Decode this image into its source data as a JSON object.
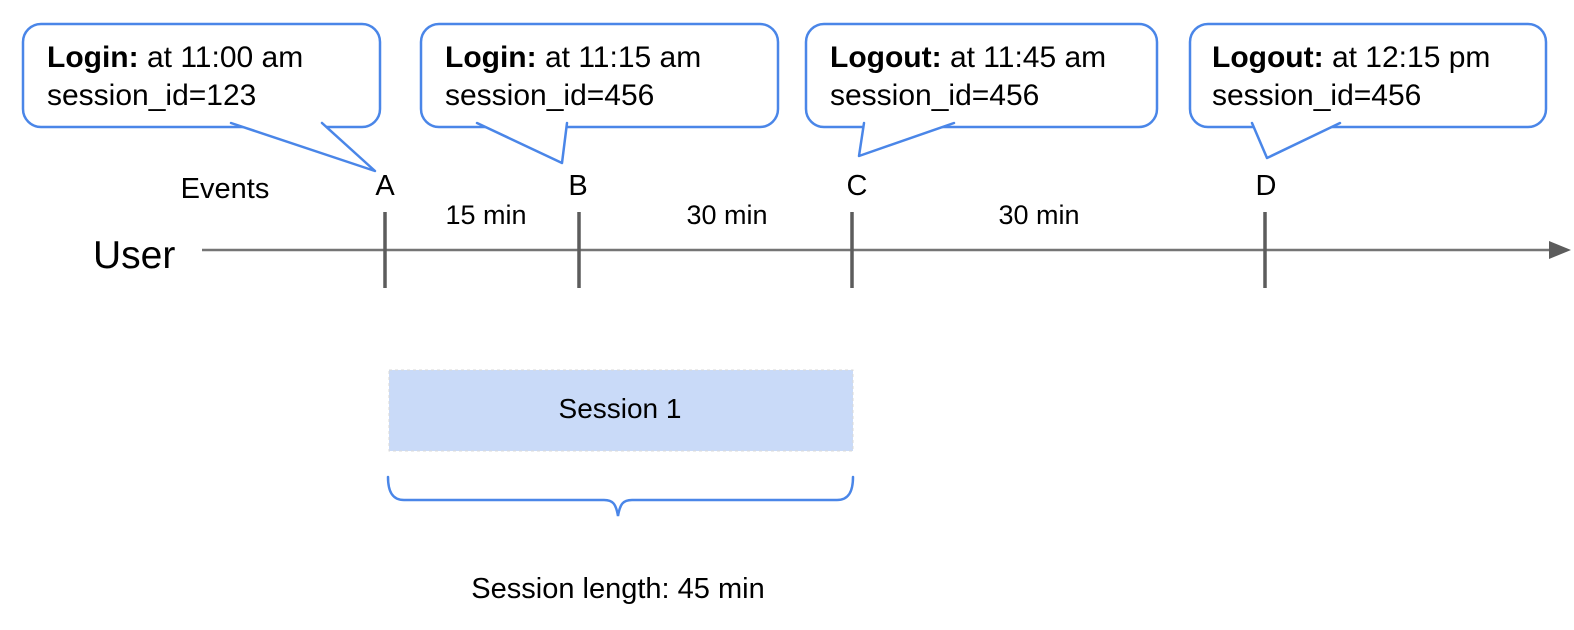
{
  "callouts": [
    {
      "event": "Login:",
      "detail": "at 11:00 am",
      "session": "session_id=123"
    },
    {
      "event": "Login:",
      "detail": "at 11:15 am",
      "session": "session_id=456"
    },
    {
      "event": "Logout:",
      "detail": "at 11:45 am",
      "session": "session_id=456"
    },
    {
      "event": "Logout:",
      "detail": "at 12:15 pm",
      "session": "session_id=456"
    }
  ],
  "timeline": {
    "events_label": "Events",
    "user_label": "User",
    "markers": [
      "A",
      "B",
      "C",
      "D"
    ],
    "intervals": [
      "15 min",
      "30 min",
      "30 min"
    ]
  },
  "session": {
    "label": "Session 1",
    "length_label": "Session length: 45 min"
  },
  "colors": {
    "accent_blue": "#4a86e8",
    "session_fill": "#c9daf8",
    "timeline_gray": "#757575",
    "tick_gray": "#5c5c5c",
    "text_black": "#000000"
  }
}
